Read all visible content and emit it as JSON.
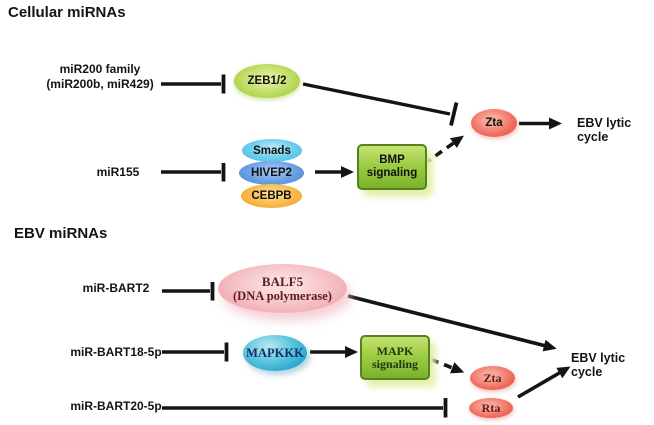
{
  "cellular": {
    "heading": "Cellular miRNAs",
    "mir200_line1": "miR200 family",
    "mir200_line2": "(miR200b, miR429)",
    "zeb_label": "ZEB1/2",
    "mir155_label": "miR155",
    "smads_label": "Smads",
    "hivep2_label": "HIVEP2",
    "cebpb_label": "CEBPB",
    "bmp_line1": "BMP",
    "bmp_line2": "signaling",
    "zta_label": "Zta",
    "outcome_label": "EBV lytic cycle"
  },
  "ebv": {
    "heading": "EBV miRNAs",
    "bart2_label": "miR-BART2",
    "balf5_line1": "BALF5",
    "balf5_line2": "(DNA polymerase)",
    "bart18_label": "miR-BART18-5p",
    "mapkkk_label": "MAPKKK",
    "mapk_line1": "MAPK",
    "mapk_line2": "signaling",
    "bart20_label": "miR-BART20-5p",
    "zta_label": "Zta",
    "rta_label": "Rta",
    "outcome_label": "EBV lytic cycle"
  },
  "colors": {
    "background": "#ffffff",
    "line": "#141414",
    "zeb_green": "#a9cf45",
    "smads_cyan": "#4fc0e2",
    "hivep2_blue": "#5590d8",
    "cebpb_orange": "#f4a428",
    "zta_red": "#e8554a",
    "balf5_pink": "#f0a6ae",
    "mapkkk_teal": "#2fa9cb",
    "signaling_box_green": "#8fc23a",
    "signaling_box_border": "#55821c",
    "maroon_text": "#5e1c1c",
    "navy_text": "#1a2a6e"
  }
}
